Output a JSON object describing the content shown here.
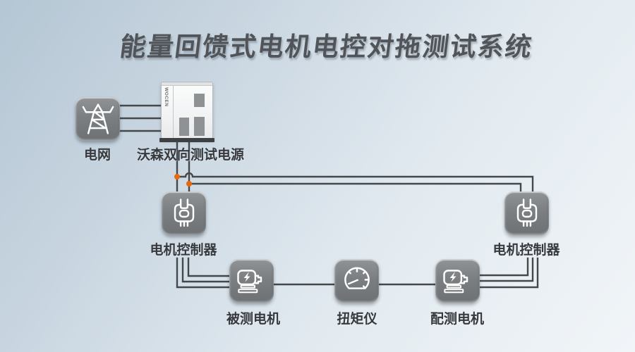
{
  "title": "能量回馈式电机电控对拖测试系统",
  "colors": {
    "wire": "#45484b",
    "junction": "#e8680c",
    "label": "#36393d",
    "title": "#515559"
  },
  "nodes": {
    "grid": {
      "label": "电网",
      "icon": "power-tower-icon"
    },
    "power_supply": {
      "label": "沃森双向测试电源",
      "brand": "WOCEN",
      "icon": "power-cabinet"
    },
    "controller_left": {
      "label": "电机控制器",
      "icon": "chip-icon"
    },
    "controller_right": {
      "label": "电机控制器",
      "icon": "chip-icon"
    },
    "motor_under_test": {
      "label": "被测电机",
      "icon": "motor-icon"
    },
    "torque_meter": {
      "label": "扭矩仪",
      "icon": "gauge-icon"
    },
    "load_motor": {
      "label": "配测电机",
      "icon": "motor-icon"
    }
  }
}
